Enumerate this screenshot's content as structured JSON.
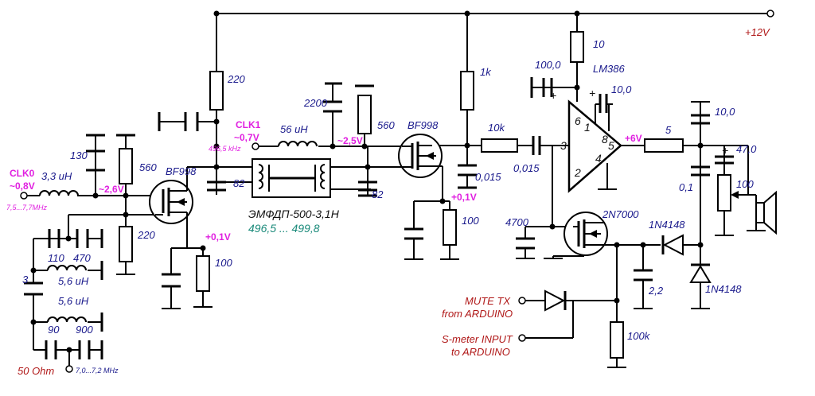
{
  "supply": "+12V",
  "resistors": {
    "r_220_top": "220",
    "r_560_in": "560",
    "r_220_bias": "220",
    "r_100_src1": "100",
    "r_560_mid": "560",
    "r_1k": "1k",
    "r_100_src2": "100",
    "r_10k": "10k",
    "r_10": "10",
    "r_5": "5",
    "r_100k": "100k",
    "pot_100": "100"
  },
  "capacitors": {
    "c_130": "130",
    "c_82_a": "82",
    "c_82_b": "82",
    "c_2200": "2200",
    "c_0015_a": "0,015",
    "c_0015_b": "0,015",
    "c_100_0": "100,0",
    "c_10_0_a": "10,0",
    "c_10_0_b": "10,0",
    "c_47_0": "47,0",
    "c_0_1": "0,1",
    "c_4700": "4700",
    "c_2_2": "2,2",
    "c_110": "110",
    "c_470": "470",
    "c_3": "3",
    "c_90": "90",
    "c_900": "900"
  },
  "inductors": {
    "l_3_3": "3,3 uH",
    "l_56": "56 uH",
    "l_5_6_a": "5,6 uH",
    "l_5_6_b": "5,6 uH"
  },
  "semis": {
    "q1": "BF998",
    "q2": "BF998",
    "q3": "2N7000",
    "u1": "LM386",
    "d1": "1N4148",
    "d2": "1N4148"
  },
  "filter": {
    "name": "ЭМФДП-500-3,1Н",
    "range": "496,5  ...  499,8"
  },
  "clk0": {
    "name": "CLK0",
    "level": "~0,8V",
    "freq": "7,5...7,7MHz"
  },
  "clk1": {
    "name": "CLK1",
    "level": "~0,7V",
    "freq": "496,5 kHz"
  },
  "voltages": {
    "v_2_6": "~2,6V",
    "v_2_5": "~2,5V",
    "v_0_1_a": "+0,1V",
    "v_0_1_b": "+0,1V",
    "v_6": "+6V"
  },
  "amp_pins": {
    "p6": "6",
    "p1": "1",
    "p8": "8",
    "p5": "5",
    "p3": "3",
    "p4": "4",
    "p2": "2",
    "plus_a": "+",
    "plus_b": "+",
    "plus_c": "+"
  },
  "ant": {
    "impedance": "50 Ohm",
    "freq": "7,0...7,2 MHz"
  },
  "io": {
    "mute_l1": "MUTE TX",
    "mute_l2": "from ARDUINO",
    "smeter_l1": "S-meter INPUT",
    "smeter_l2": "to ARDUINO"
  }
}
